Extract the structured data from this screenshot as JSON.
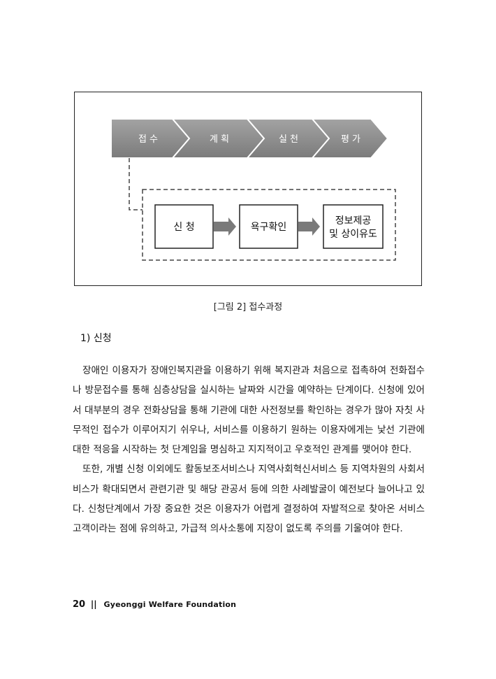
{
  "figure": {
    "stages": [
      "접 수",
      "계 획",
      "실 천",
      "평 가"
    ],
    "steps": [
      "신 청",
      "욕구확인",
      "정보제공\n및 상이유도"
    ],
    "step_lines": {
      "step3_line1": "정보제공",
      "step3_line2": "및 상이유도"
    },
    "caption": "[그림 2] 접수과정",
    "colors": {
      "chevron": "#8c8c8c",
      "arrow": "#7a7a7a",
      "border": "#222222"
    }
  },
  "section": {
    "heading": "1) 신청"
  },
  "body": {
    "paragraphs": [
      "장애인 이용자가 장애인복지관을 이용하기 위해 복지관과 처음으로 접촉하여 전화접수나 방문접수를 통해 심층상담을 실시하는 날짜와 시간을 예약하는 단계이다. 신청에 있어서 대부분의 경우 전화상담을 통해 기관에 대한 사전정보를 확인하는 경우가 많아 자칫 사무적인 접수가 이루어지기 쉬우나, 서비스를 이용하기 원하는 이용자에게는 낯선 기관에 대한 적응을 시작하는 첫 단계임을 명심하고 지지적이고 우호적인 관계를 맺어야 한다.",
      "또한, 개별 신청 이외에도 활동보조서비스나 지역사회혁신서비스 등 지역차원의 사회서비스가 확대되면서 관련기관 및 해당 관공서 등에 의한 사례발굴이 예전보다 늘어나고 있다. 신청단계에서 가장 중요한 것은 이용자가 어렵게 결정하여 자발적으로 찾아온 서비스 고객이라는 점에 유의하고, 가급적 의사소통에 지장이 없도록 주의를 기울여야 한다."
    ]
  },
  "footer": {
    "page_number": "20",
    "separator": "||",
    "organization": "Gyeonggi Welfare Foundation"
  }
}
